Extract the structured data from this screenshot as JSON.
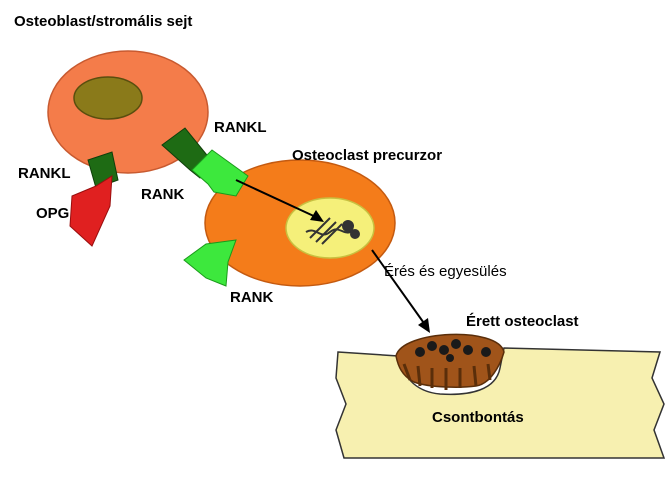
{
  "labels": {
    "osteoblast_title": "Osteoblast/stromális sejt",
    "rankl_top": "RANKL",
    "rankl_left": "RANKL",
    "rank_upper": "RANK",
    "opg": "OPG",
    "precursor_title": "Osteoclast precurzor",
    "rank_lower": "RANK",
    "maturation": "Érés és egyesülés",
    "mature_osteoclast": "Érett osteoclast",
    "bone_resorption": "Csontbontás"
  },
  "colors": {
    "osteoblast_cell": "#f47c4a",
    "osteoblast_nucleus": "#8a7a1a",
    "rankl_green": "#1e6b14",
    "rank_light_green": "#3de83d",
    "opg_red": "#e02020",
    "precursor_cell": "#f47c1a",
    "precursor_nucleus": "#f5f07a",
    "bone": "#f7f0b0",
    "osteoclast_brown": "#a0541a"
  }
}
